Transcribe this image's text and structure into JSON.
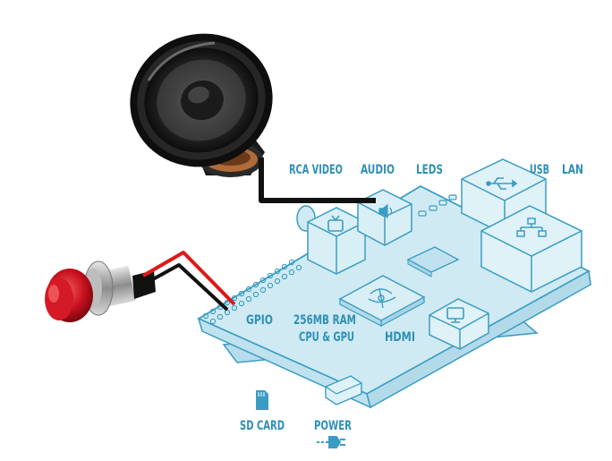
{
  "labels": {
    "rca_video": "RCA VIDEO",
    "audio": "AUDIO",
    "leds": "LEDS",
    "usb": "USB",
    "lan": "LAN",
    "gpio": "GPIO",
    "ram_line1": "256MB RAM",
    "ram_line2": "CPU & GPU",
    "hdmi": "HDMI",
    "sd_card": "SD CARD",
    "power": "POWER"
  },
  "colors": {
    "board_fill": "#cfeaf3",
    "board_stroke": "#3a9cc4",
    "label": "#2f8fb6",
    "cable_black": "#111111",
    "wire_red": "#e01818",
    "button_red": "#c8101e"
  },
  "icons": [
    "tv-icon",
    "speaker-icon",
    "usb-icon",
    "network-icon",
    "monitor-icon",
    "sd-card-icon",
    "power-plug-icon",
    "raspberry-logo-icon"
  ]
}
